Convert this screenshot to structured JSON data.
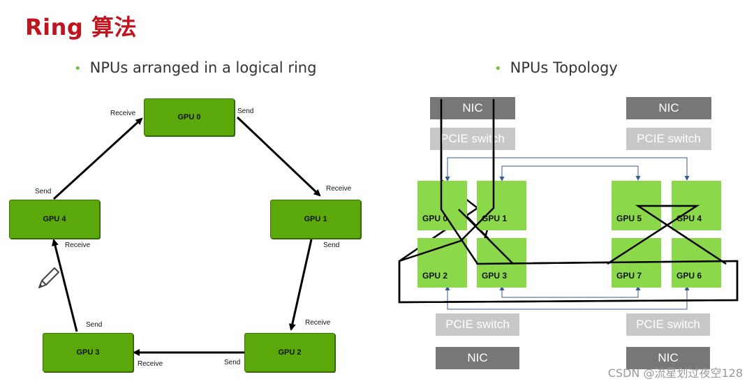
{
  "title": "Ring 算法",
  "left_panel": {
    "bullet": "NPUs arranged in a logical ring",
    "gpus": [
      "GPU 0",
      "GPU 1",
      "GPU 2",
      "GPU 3",
      "GPU 4"
    ],
    "send_label": "Send",
    "receive_label": "Receive",
    "pencil_icon": "pencil-icon"
  },
  "right_panel": {
    "bullet": "NPUs Topology",
    "nic_label": "NIC",
    "switch_label": "PCIE switch",
    "gpus": [
      "GPU 0",
      "GPU 1",
      "GPU 5",
      "GPU 4",
      "GPU 2",
      "GPU 3",
      "GPU 7",
      "GPU 6"
    ]
  },
  "watermark": "CSDN @流星划过夜空128",
  "colors": {
    "title": "#c0141e",
    "bullet_dot": "#7ac143",
    "ring_gpu": "#5aa80a",
    "topo_gpu": "#8bd84a",
    "nic": "#777777",
    "pcie_switch": "#c8c8c8",
    "link_line": "#3a5a8c"
  }
}
